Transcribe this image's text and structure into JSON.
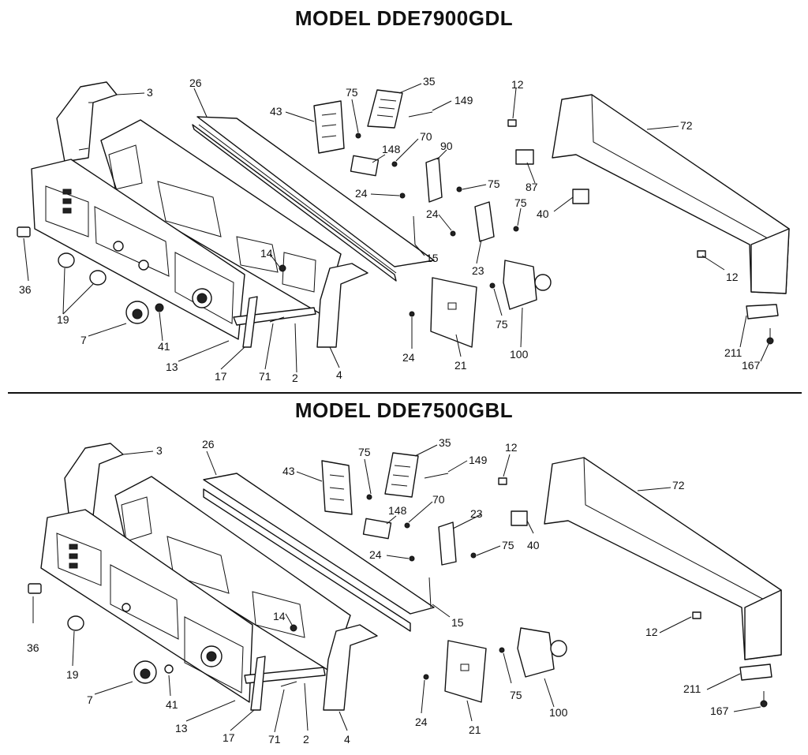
{
  "titles": {
    "top": "MODEL DDE7900GDL",
    "bottom": "MODEL DDE7500GBL"
  },
  "top_labels": [
    {
      "key": "3",
      "text": "3"
    },
    {
      "key": "26",
      "text": "26"
    },
    {
      "key": "43",
      "text": "43"
    },
    {
      "key": "75a",
      "text": "75"
    },
    {
      "key": "35",
      "text": "35"
    },
    {
      "key": "149",
      "text": "149"
    },
    {
      "key": "12a",
      "text": "12"
    },
    {
      "key": "72",
      "text": "72"
    },
    {
      "key": "148",
      "text": "148"
    },
    {
      "key": "70",
      "text": "70"
    },
    {
      "key": "90",
      "text": "90"
    },
    {
      "key": "24a",
      "text": "24"
    },
    {
      "key": "75b",
      "text": "75"
    },
    {
      "key": "87",
      "text": "87"
    },
    {
      "key": "24b",
      "text": "24"
    },
    {
      "key": "75c",
      "text": "75"
    },
    {
      "key": "40",
      "text": "40"
    },
    {
      "key": "36",
      "text": "36"
    },
    {
      "key": "14",
      "text": "14"
    },
    {
      "key": "15",
      "text": "15"
    },
    {
      "key": "23",
      "text": "23"
    },
    {
      "key": "12b",
      "text": "12"
    },
    {
      "key": "19",
      "text": "19"
    },
    {
      "key": "75d",
      "text": "75"
    },
    {
      "key": "7",
      "text": "7"
    },
    {
      "key": "41",
      "text": "41"
    },
    {
      "key": "24c",
      "text": "24"
    },
    {
      "key": "21",
      "text": "21"
    },
    {
      "key": "100",
      "text": "100"
    },
    {
      "key": "211",
      "text": "211"
    },
    {
      "key": "13",
      "text": "13"
    },
    {
      "key": "17",
      "text": "17"
    },
    {
      "key": "71",
      "text": "71"
    },
    {
      "key": "2",
      "text": "2"
    },
    {
      "key": "4",
      "text": "4"
    },
    {
      "key": "167",
      "text": "167"
    }
  ],
  "bottom_labels": [
    {
      "key": "3",
      "text": "3"
    },
    {
      "key": "26",
      "text": "26"
    },
    {
      "key": "75a",
      "text": "75"
    },
    {
      "key": "35",
      "text": "35"
    },
    {
      "key": "12a",
      "text": "12"
    },
    {
      "key": "43",
      "text": "43"
    },
    {
      "key": "149",
      "text": "149"
    },
    {
      "key": "72",
      "text": "72"
    },
    {
      "key": "148",
      "text": "148"
    },
    {
      "key": "70",
      "text": "70"
    },
    {
      "key": "23",
      "text": "23"
    },
    {
      "key": "40",
      "text": "40"
    },
    {
      "key": "75b",
      "text": "75"
    },
    {
      "key": "24a",
      "text": "24"
    },
    {
      "key": "15",
      "text": "15"
    },
    {
      "key": "14",
      "text": "14"
    },
    {
      "key": "36",
      "text": "36"
    },
    {
      "key": "12b",
      "text": "12"
    },
    {
      "key": "19",
      "text": "19"
    },
    {
      "key": "75c",
      "text": "75"
    },
    {
      "key": "100",
      "text": "100"
    },
    {
      "key": "211",
      "text": "211"
    },
    {
      "key": "7",
      "text": "7"
    },
    {
      "key": "41",
      "text": "41"
    },
    {
      "key": "24b",
      "text": "24"
    },
    {
      "key": "167",
      "text": "167"
    },
    {
      "key": "13",
      "text": "13"
    },
    {
      "key": "17",
      "text": "17"
    },
    {
      "key": "71",
      "text": "71"
    },
    {
      "key": "2",
      "text": "2"
    },
    {
      "key": "4",
      "text": "4"
    },
    {
      "key": "21",
      "text": "21"
    }
  ]
}
